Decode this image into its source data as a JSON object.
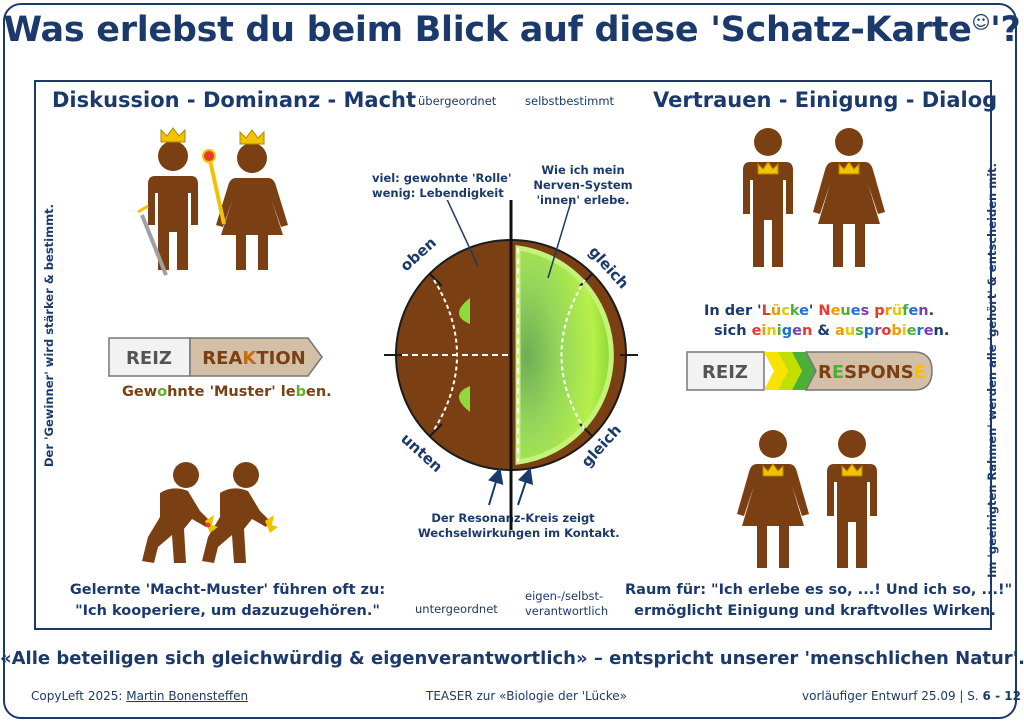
{
  "title_main": "Was erlebst du beim Blick auf diese 'Schatz-Karte",
  "title_smiley": "☺",
  "title_end": "'?",
  "left": {
    "title": "Diskussion - Dominanz - Macht",
    "side_text": "Der 'Gewinner' wird stärker & bestimmt.",
    "badge_a": "REIZ",
    "badge_b_parts": [
      "REA",
      "K",
      "TION"
    ],
    "pattern_parts": [
      "Gew",
      "o",
      "hnte 'Muster' le",
      "b",
      "en."
    ],
    "caption_line1": "Gelernte 'Macht-Muster' führen oft zu:",
    "caption_line2": "\"Ich kooperiere, um dazuzugehören.\""
  },
  "right": {
    "title": "Vertrauen - Einigung - Dialog",
    "side_text": "Im 'geeinigten Rahmen' werden alle 'gehört' & entscheiden mit.",
    "lucke_line1": [
      "In der '",
      "L",
      "ü",
      "c",
      "k",
      "e",
      "' ",
      "N",
      "e",
      "u",
      "e",
      "s ",
      "p",
      "r",
      "ü",
      "f",
      "e",
      "n",
      "."
    ],
    "lucke_line2": [
      "sich ",
      "e",
      "i",
      "n",
      "i",
      "g",
      "e",
      "n",
      " & ",
      "a",
      "u",
      "s",
      "p",
      "r",
      "o",
      "b",
      "i",
      "e",
      "r",
      "e",
      "n",
      "."
    ],
    "badge_a": "REIZ",
    "badge_b_parts": [
      "R",
      "E",
      "S",
      "P",
      "O",
      "N",
      "S",
      "E"
    ],
    "caption_line1": "Raum für: \"Ich erlebe es so, ...! Und ich so, ...!\"",
    "caption_line2": "ermöglicht Einigung und kraftvolles Wirken."
  },
  "center": {
    "top_left": "übergeordnet",
    "top_right": "selbstbestimmt",
    "bottom_left": "untergeordnet",
    "bottom_right_1": "eigen-/selbst-",
    "bottom_right_2": "verantwortlich",
    "note_left_1": "viel: gewohnte 'Rolle'",
    "note_left_2": "wenig: Lebendigkeit",
    "note_right_1": "Wie ich mein",
    "note_right_2": "Nerven-System",
    "note_right_3": "'innen' erlebe.",
    "label_oben": "oben",
    "label_unten": "unten",
    "label_gleich_top": "gleich",
    "label_gleich_bottom": "gleich",
    "resonance_1": "Der Resonanz-Kreis zeigt",
    "resonance_2": "Wechselwirkungen im Kontakt."
  },
  "quote": "«Alle beteiligen sich gleichwürdig & eigenverantwortlich» – entspricht unserer 'menschlichen Natur'.",
  "footer": {
    "left_prefix": "CopyLeft 2025: ",
    "left_author": "Martin Bonensteffen",
    "center": "TEASER zur «Biologie der 'Lücke»",
    "right_prefix": "vorläufiger Entwurf 25.09 | S. ",
    "right_pages": "6 - 12"
  },
  "colors": {
    "navy": "#1b3a6b",
    "brown": "#7a3f12",
    "gold": "#f2c200",
    "green": "#8fd93a",
    "badge_tan": "#d2bfa6"
  }
}
